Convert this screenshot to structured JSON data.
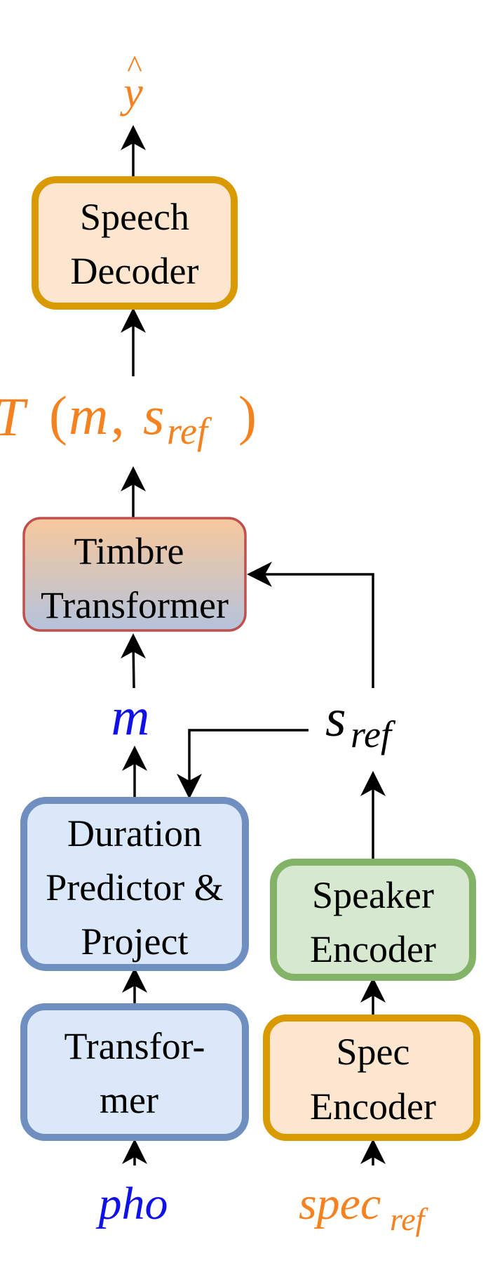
{
  "colors": {
    "orange": "#f58220",
    "blue": "#1010e8",
    "black": "#000000",
    "speech_decoder_fill": "#fde6cf",
    "speech_decoder_stroke": "#d99a00",
    "timbre_top": "#f8c89c",
    "timbre_bottom": "#b4c3dc",
    "timbre_stroke": "#c0504d",
    "blue_box_fill": "#dae8fa",
    "blue_box_stroke": "#6f8fc0",
    "green_fill": "#d6e9d0",
    "green_stroke": "#82b366",
    "spec_fill": "#fde6cf",
    "spec_stroke": "#d99a00"
  },
  "boxes": {
    "speech_decoder": [
      "Speech",
      "Decoder"
    ],
    "timbre_transformer": [
      "Timbre",
      "Transformer"
    ],
    "duration_predictor": [
      "Duration",
      "Predictor &",
      "Project"
    ],
    "transformer": [
      "Transfor-",
      "mer"
    ],
    "speaker_encoder": [
      "Speaker",
      "Encoder"
    ],
    "spec_encoder": [
      "Spec",
      "Encoder"
    ]
  },
  "labels": {
    "output": {
      "base": "y",
      "hat": "^"
    },
    "timbre_output": {
      "func": "T",
      "open": "(",
      "m": "m",
      "comma": ",",
      "s": "s",
      "sub": "ref",
      "close": ")"
    },
    "m": "m",
    "s_ref": {
      "base": "s",
      "sub": "ref"
    },
    "pho": "pho",
    "spec_ref": {
      "base": "spec",
      "sub": "ref"
    }
  }
}
